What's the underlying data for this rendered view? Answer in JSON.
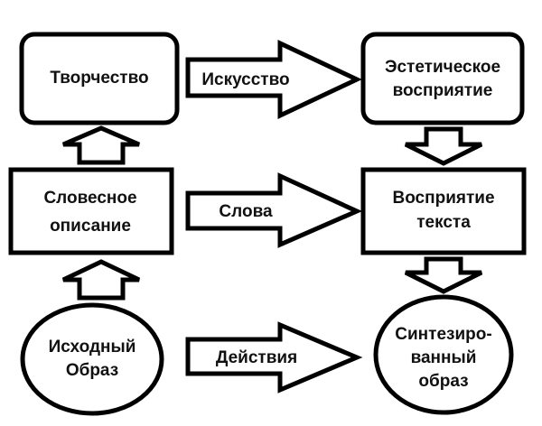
{
  "nodes": {
    "creativity": {
      "label": "Творчество"
    },
    "aesthetic_perception": {
      "lines": [
        "Эстетическое",
        "восприятие"
      ]
    },
    "verbal_description": {
      "lines": [
        "Словесное",
        "описание"
      ]
    },
    "text_perception": {
      "lines": [
        "Восприятие",
        "текста"
      ]
    },
    "source_image": {
      "lines": [
        "Исходный",
        "Образ"
      ]
    },
    "synthesized_image": {
      "lines": [
        "Синтезиро-",
        "ванный",
        "образ"
      ]
    }
  },
  "arrows": {
    "art": {
      "label": "Искусство"
    },
    "words": {
      "label": "Слова"
    },
    "actions": {
      "label": "Действия"
    }
  }
}
